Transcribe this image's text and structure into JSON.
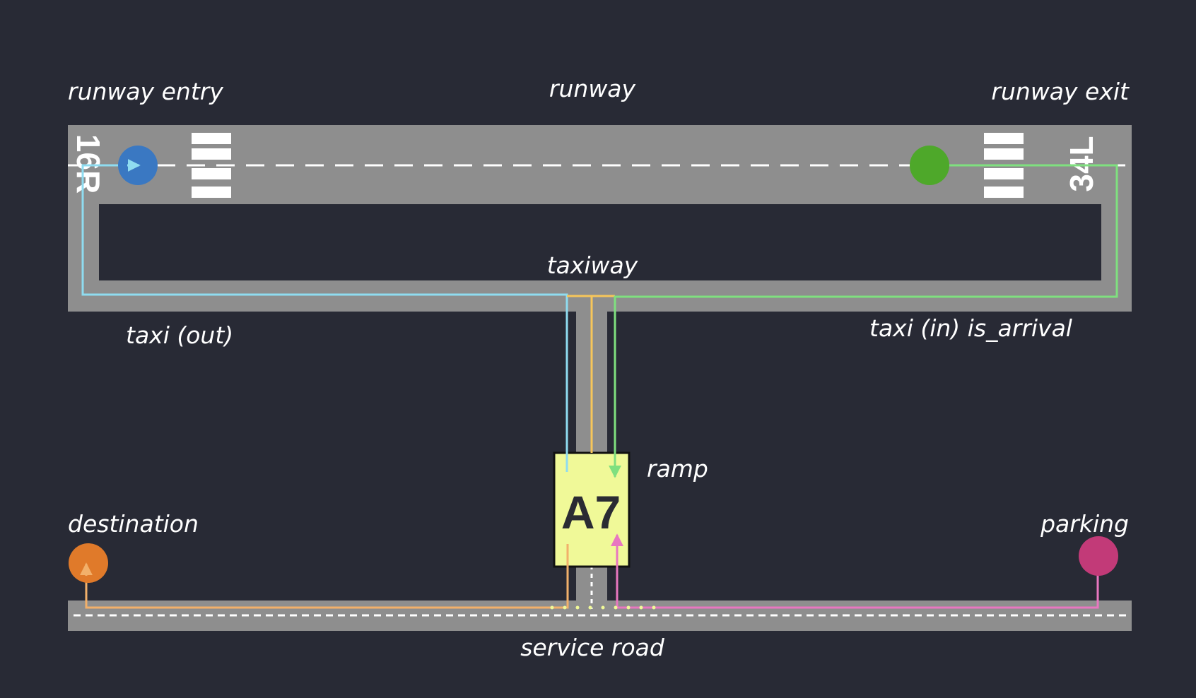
{
  "labels": {
    "runway_entry": "runway entry",
    "runway": "runway",
    "runway_exit": "runway exit",
    "taxiway": "taxiway",
    "taxi_out": "taxi (out)",
    "taxi_in": "taxi (in) is_arrival",
    "ramp": "ramp",
    "destination": "destination",
    "parking": "parking",
    "service_road": "service road"
  },
  "runway_designators": {
    "left": "16R",
    "right": "34L"
  },
  "gate": "A7",
  "colors": {
    "background": "#282a35",
    "pavement": "#8e8e8e",
    "entry_node": "#3a78c2",
    "exit_node": "#4ea82a",
    "destination_node": "#e07a2a",
    "parking_node": "#c23a78",
    "gate_fill": "#f0f998",
    "taxi_out_line": "#8fdcf0",
    "taxi_in_line": "#7fe07f",
    "center_line": "#f7c65a",
    "destination_line": "#f2b06a",
    "parking_line": "#e877c0"
  }
}
